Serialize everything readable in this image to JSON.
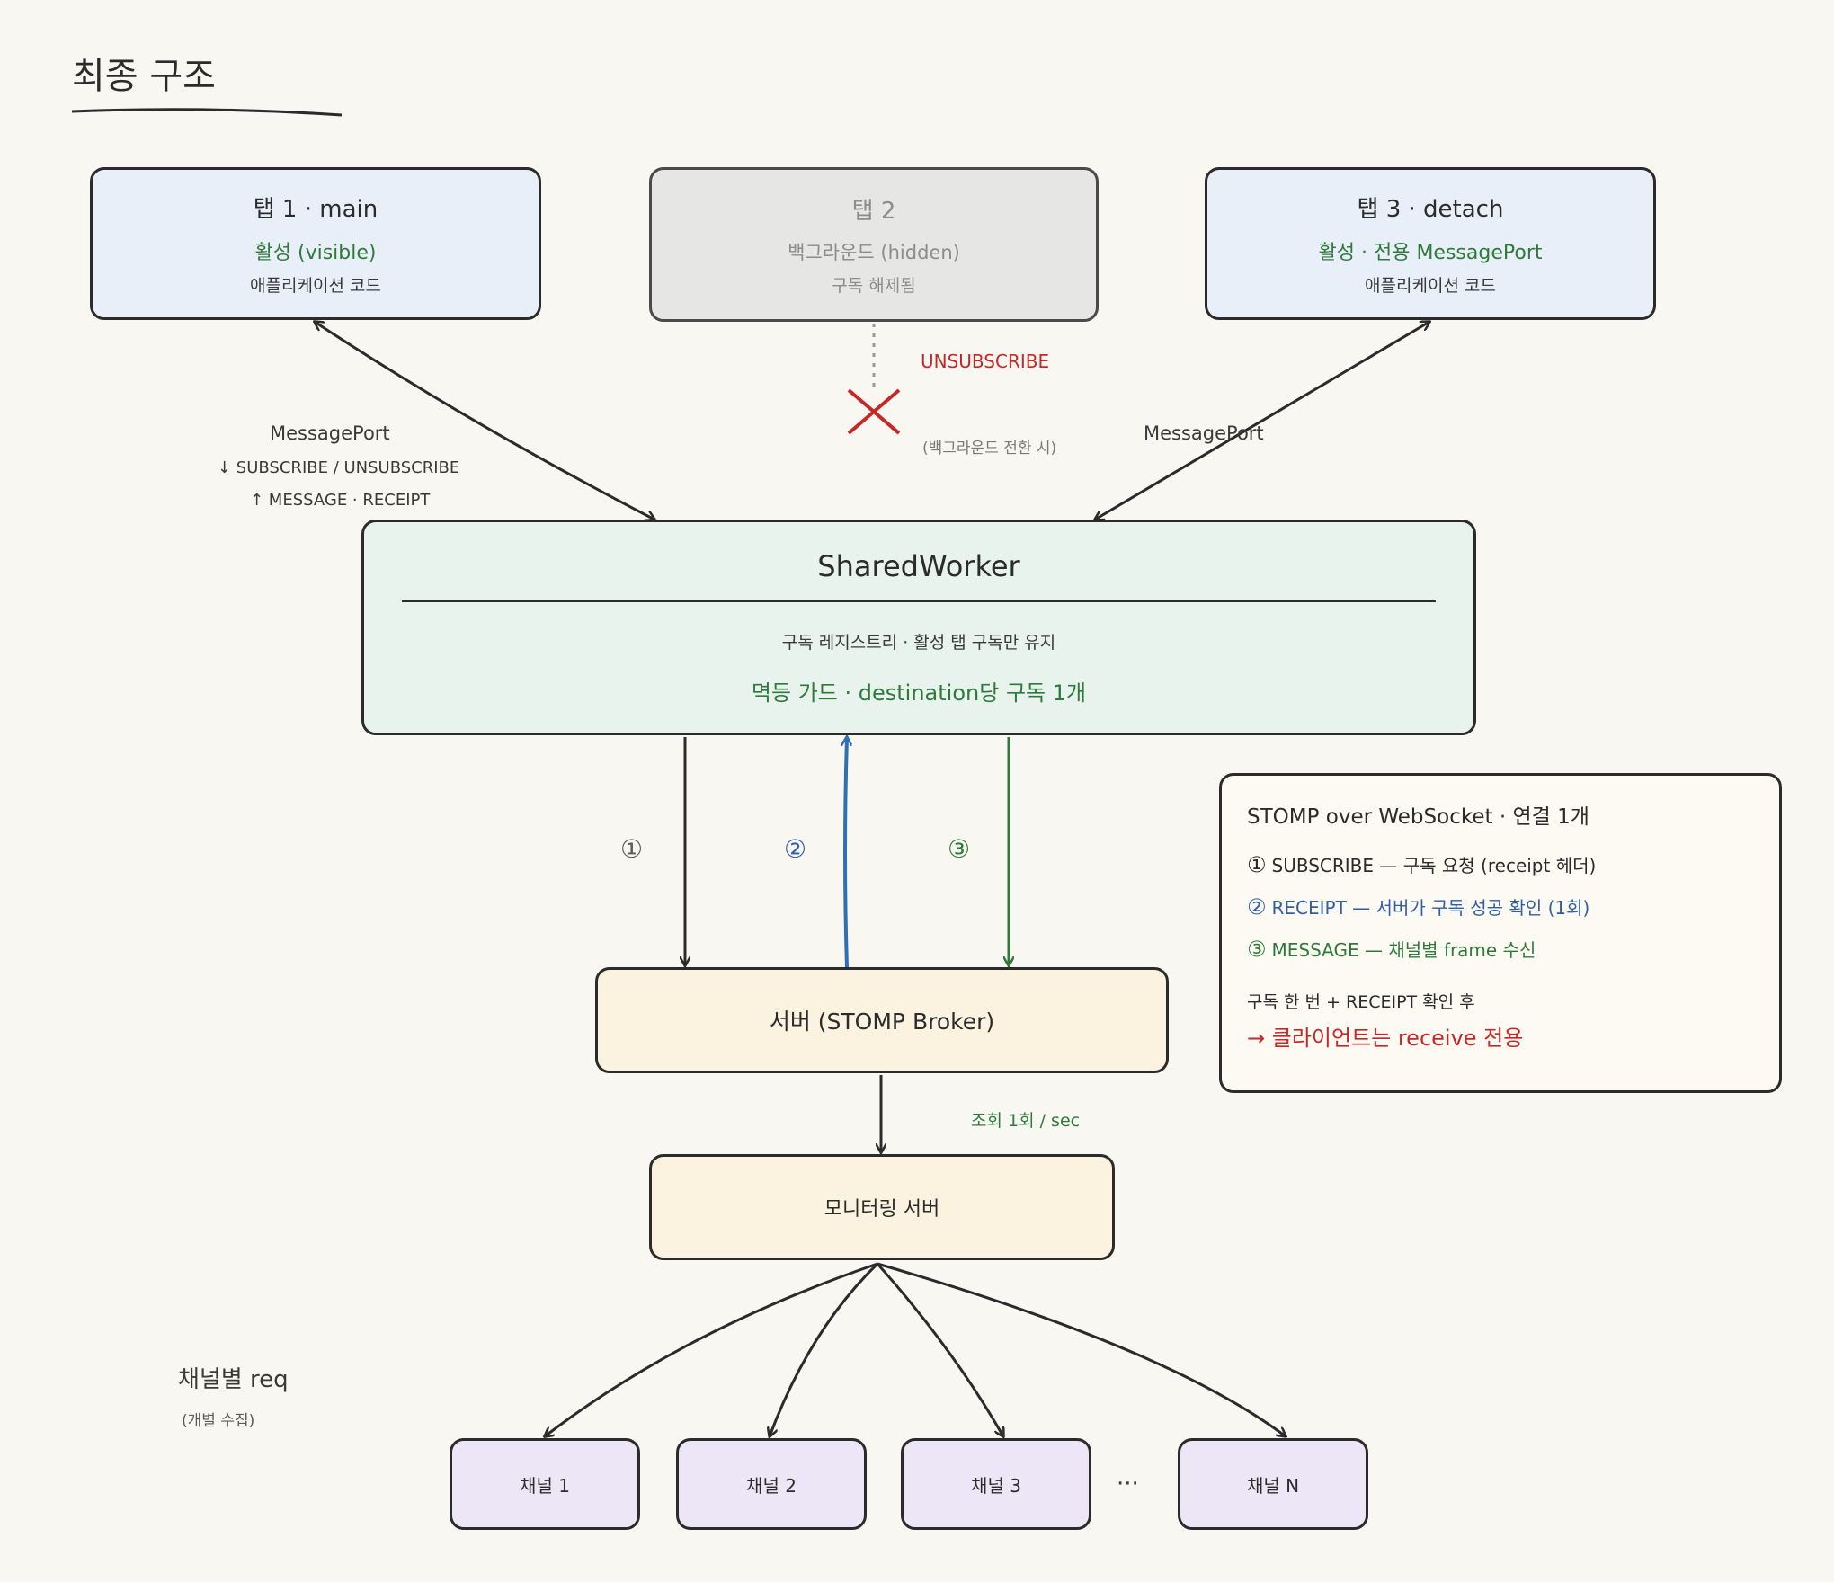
{
  "title": "최종 구조",
  "tabs": [
    {
      "title": "탭 1 · main",
      "status": "활성 (visible)",
      "desc": "애플리케이션 코드"
    },
    {
      "title": "탭 2",
      "status": "백그라운드 (hidden)",
      "desc": "구독 해제됨"
    },
    {
      "title": "탭 3 · detach",
      "status": "활성 · 전용 MessagePort",
      "desc": "애플리케이션 코드"
    }
  ],
  "unsubscribe": {
    "label": "UNSUBSCRIBE",
    "note": "(백그라운드 전환 시)"
  },
  "left_port": {
    "title": "MessagePort",
    "down": "↓ SUBSCRIBE / UNSUBSCRIBE",
    "up": "↑ MESSAGE · RECEIPT"
  },
  "right_port": {
    "title": "MessagePort"
  },
  "worker": {
    "title": "SharedWorker",
    "line1": "구독 레지스트리 · 활성 탭 구독만 유지",
    "line2": "멱등 가드 · destination당 구독 1개"
  },
  "flow": {
    "one": "①",
    "two": "②",
    "three": "③"
  },
  "server": {
    "label": "서버 (STOMP Broker)"
  },
  "poll": "조회 1회 / sec",
  "monitor": {
    "label": "모니터링 서버"
  },
  "channel_req": {
    "title": "채널별 req",
    "sub": "(개별 수집)"
  },
  "channels": [
    "채널 1",
    "채널 2",
    "채널 3",
    "채널 N"
  ],
  "ellipsis": "···",
  "legend": {
    "head": "STOMP over WebSocket · 연결 1개",
    "rows": [
      {
        "num": "①",
        "text": "SUBSCRIBE — 구독 요청 (receipt 헤더)"
      },
      {
        "num": "②",
        "text": "RECEIPT — 서버가 구독 성공 확인 (1회)"
      },
      {
        "num": "③",
        "text": "MESSAGE — 채널별 frame 수신"
      }
    ],
    "footer": "구독 한 번 + RECEIPT 확인 후",
    "conclusion": "→ 클라이언트는 receive 전용"
  },
  "colors": {
    "ink": "#2b2b2b",
    "green": "#2f7a3b",
    "blue": "#2f6fb3",
    "red": "#c62828",
    "gray": "#9a9a9a"
  }
}
